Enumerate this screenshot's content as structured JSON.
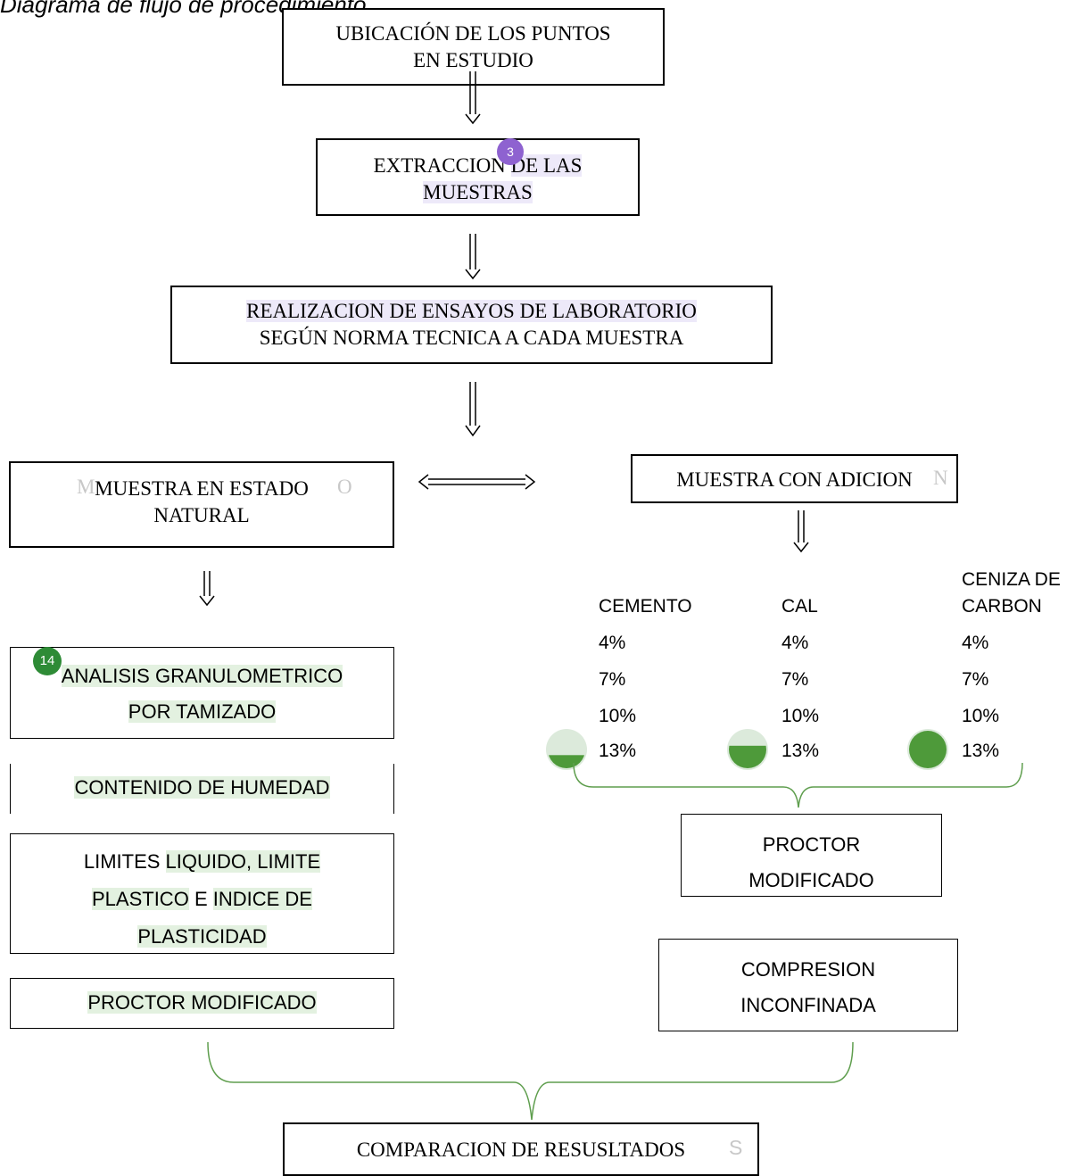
{
  "caption": "Diagrama de flujo de procedimiento",
  "boxes": {
    "ubicacion": [
      "UBICACIÓN DE LOS PUNTOS",
      "EN ESTUDIO"
    ],
    "extraccion": [
      "EXTRACCION",
      "DE LAS",
      "MUESTRAS"
    ],
    "ensayos": [
      "REALIZACION DE ENSAYOS DE LABORATORIO",
      "SEGÚN NORMA TECNICA A CADA MUESTRA"
    ],
    "natural": [
      "MUESTRA EN ESTADO",
      "NATURAL"
    ],
    "adicion": "MUESTRA CON ADICION",
    "granulometrico": [
      "ANALISIS GRANULOMETRICO",
      "POR TAMIZADO"
    ],
    "humedad": "CONTENIDO DE HUMEDAD",
    "limites": [
      "LIMITES",
      "LIQUIDO, LIMITE",
      "PLASTICO",
      "E",
      "INDICE DE",
      "PLASTICIDAD"
    ],
    "proctor_left": "PROCTOR MODIFICADO",
    "proctor_right": [
      "PROCTOR",
      "MODIFICADO"
    ],
    "compresion": [
      "COMPRESION",
      "INCONFINADA"
    ],
    "comparacion": "COMPARACION DE RESUSLTADOS"
  },
  "ghost_text": {
    "natural_left": "M",
    "natural_right": "O",
    "adicion_right": "N",
    "comparacion_right": "S"
  },
  "additives": [
    {
      "name": [
        "CEMENTO"
      ],
      "percentages": [
        "4%",
        "7%",
        "10%",
        "13%"
      ],
      "fill": 0.35
    },
    {
      "name": [
        "CAL"
      ],
      "percentages": [
        "4%",
        "7%",
        "10%",
        "13%"
      ],
      "fill": 0.6
    },
    {
      "name": [
        "CENIZA DE",
        "CARBON"
      ],
      "percentages": [
        "4%",
        "7%",
        "10%",
        "13%"
      ],
      "fill": 1.0
    }
  ],
  "badges": {
    "purple": "3",
    "green": "14"
  },
  "colors": {
    "purple_badge": "#8e62d0",
    "green_badge": "#2e8b36",
    "bracket": "#5f9e4e",
    "progress_fill": "#4e9a3a",
    "progress_bg": "#dceadb",
    "highlight_green": "#e3f1e0",
    "highlight_purple": "#ede9f9"
  }
}
